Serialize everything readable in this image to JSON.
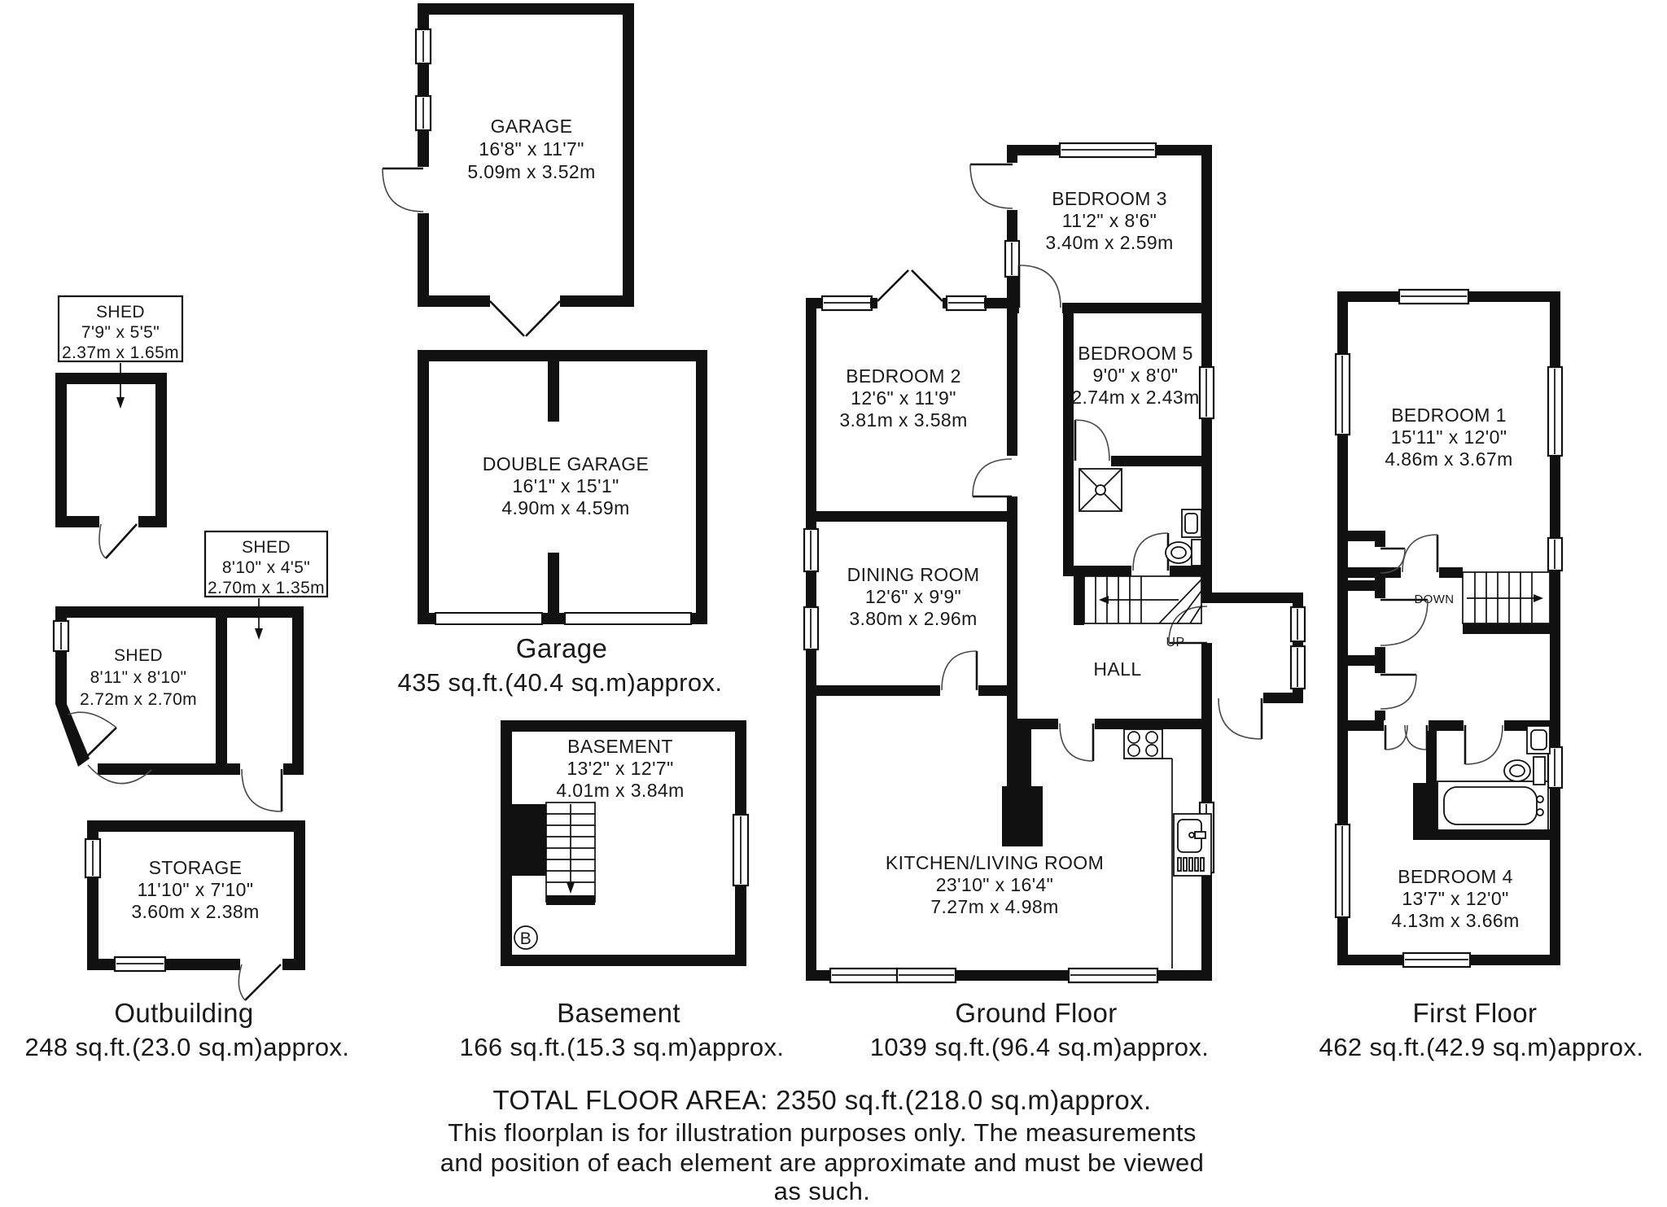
{
  "rooms": {
    "shed1": {
      "name": "SHED",
      "imperial": "7'9\" x 5'5\"",
      "metric": "2.37m x 1.65m"
    },
    "garage": {
      "name": "GARAGE",
      "imperial": "16'8\" x 11'7\"",
      "metric": "5.09m x 3.52m"
    },
    "double_garage": {
      "name": "DOUBLE GARAGE",
      "imperial": "16'1\" x 15'1\"",
      "metric": "4.90m x 4.59m"
    },
    "shed2": {
      "name": "SHED",
      "imperial": "8'10\" x 4'5\"",
      "metric": "2.70m x 1.35m"
    },
    "shed3": {
      "name": "SHED",
      "imperial": "8'11\" x 8'10\"",
      "metric": "2.72m x 2.70m"
    },
    "storage": {
      "name": "STORAGE",
      "imperial": "11'10\" x 7'10\"",
      "metric": "3.60m x 2.38m"
    },
    "basement": {
      "name": "BASEMENT",
      "imperial": "13'2\" x 12'7\"",
      "metric": "4.01m x 3.84m"
    },
    "bedroom3": {
      "name": "BEDROOM 3",
      "imperial": "11'2\" x 8'6\"",
      "metric": "3.40m x 2.59m"
    },
    "bedroom2": {
      "name": "BEDROOM 2",
      "imperial": "12'6\" x 11'9\"",
      "metric": "3.81m x 3.58m"
    },
    "bedroom5": {
      "name": "BEDROOM 5",
      "imperial": "9'0\" x 8'0\"",
      "metric": "2.74m x 2.43m"
    },
    "dining": {
      "name": "DINING ROOM",
      "imperial": "12'6\" x 9'9\"",
      "metric": "3.80m x 2.96m"
    },
    "hall": {
      "name": "HALL"
    },
    "kitchen": {
      "name": "KITCHEN/LIVING ROOM",
      "imperial": "23'10\" x 16'4\"",
      "metric": "7.27m x 4.98m"
    },
    "bedroom1": {
      "name": "BEDROOM 1",
      "imperial": "15'11\" x 12'0\"",
      "metric": "4.86m x 3.67m"
    },
    "bedroom4": {
      "name": "BEDROOM 4",
      "imperial": "13'7\" x 12'0\"",
      "metric": "4.13m x 3.66m"
    }
  },
  "stairs": {
    "up_label": "UP",
    "down_label": "DOWN",
    "basement_marker": "B"
  },
  "floor_labels": {
    "outbuilding": {
      "name": "Outbuilding",
      "area": "248 sq.ft.(23.0 sq.m)approx."
    },
    "garage": {
      "name": "Garage",
      "area": "435 sq.ft.(40.4 sq.m)approx."
    },
    "basement": {
      "name": "Basement",
      "area": "166 sq.ft.(15.3 sq.m)approx."
    },
    "ground": {
      "name": "Ground Floor",
      "area": "1039 sq.ft.(96.4 sq.m)approx."
    },
    "first": {
      "name": "First Floor",
      "area": "462 sq.ft.(42.9 sq.m)approx."
    }
  },
  "footer": {
    "total": "TOTAL FLOOR AREA: 2350 sq.ft.(218.0 sq.m)approx.",
    "disclaimer_line1": "This floorplan is for illustration purposes only. The measurements",
    "disclaimer_line2": "and position of each element are approximate and must be viewed",
    "disclaimer_line3": "as such."
  },
  "colors": {
    "wall": "#111111",
    "background": "#ffffff"
  }
}
